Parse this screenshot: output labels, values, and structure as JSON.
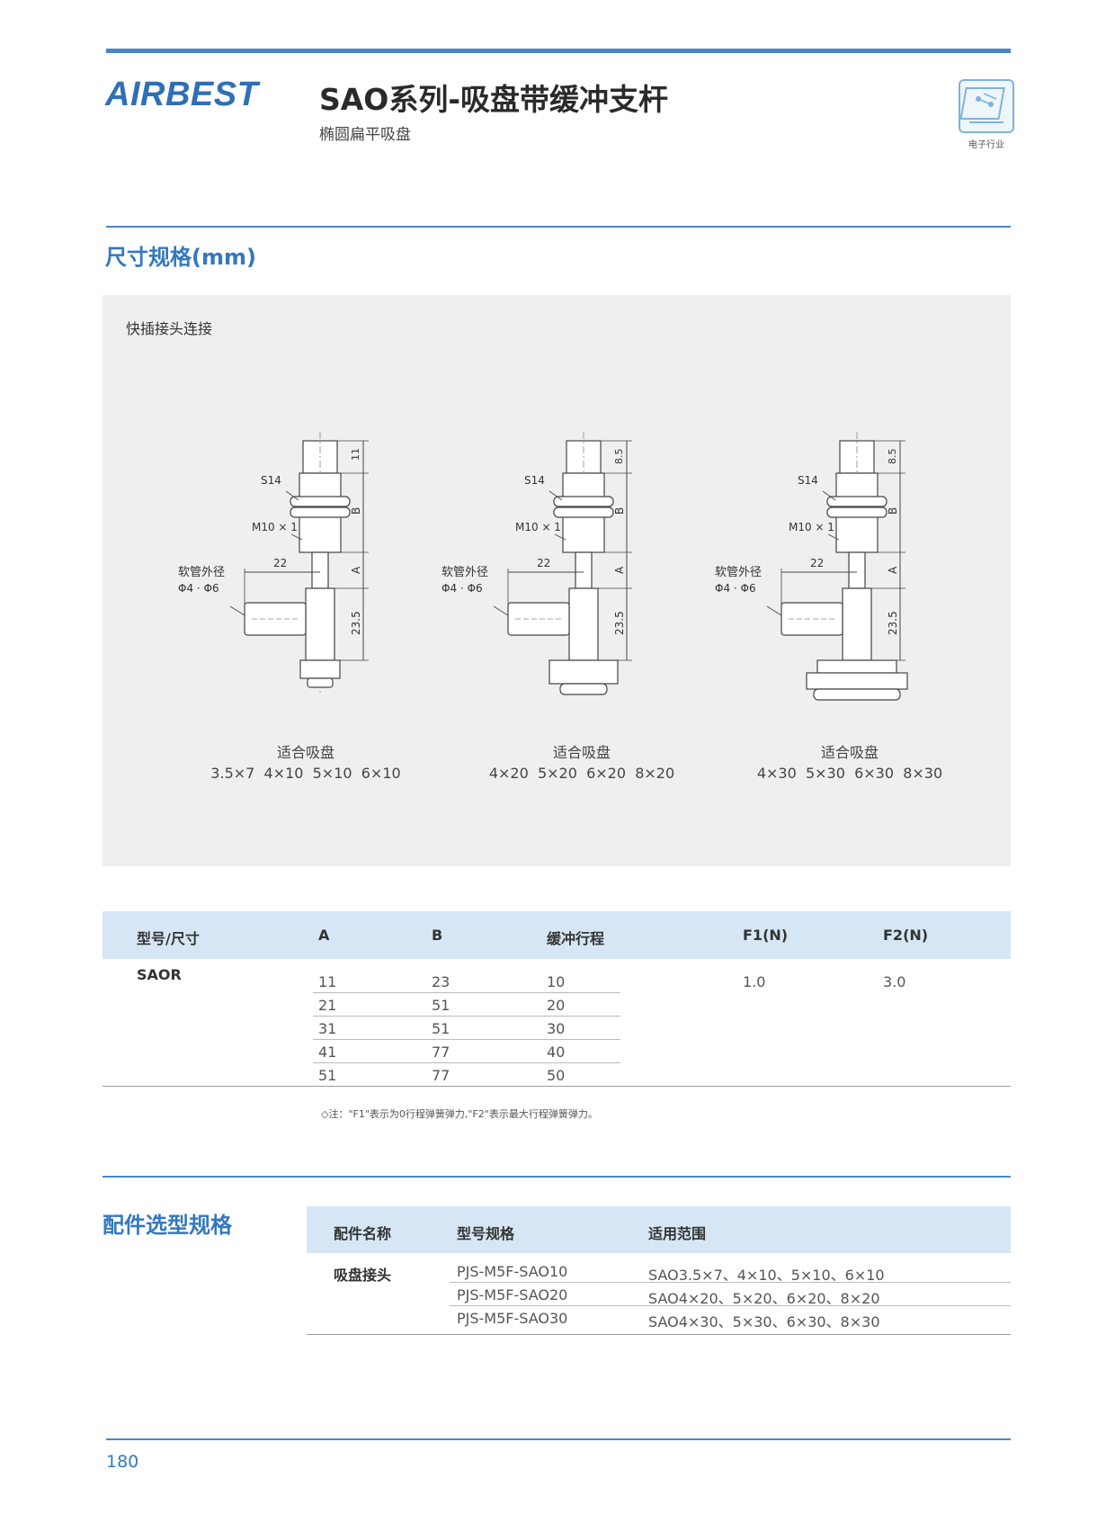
{
  "header": {
    "brand": "AIRBEST",
    "title": "SAO系列-吸盘带缓冲支杆",
    "subtitle": "椭圆扁平吸盘",
    "industry_badge": "电子行业",
    "badge_icon": "circuit-board-icon"
  },
  "dimensions": {
    "heading": "尺寸规格(mm)",
    "panel_label": "快插接头连接",
    "diagram_labels": {
      "s14": "S14",
      "m10": "M10 × 1",
      "hose_od": "软管外径",
      "phi": "Φ4 · Φ6",
      "dim_22": "22",
      "dim_23_5": "23.5",
      "dim_a": "A",
      "dim_b": "B"
    },
    "drawings": [
      {
        "top_dim": "11",
        "caption_title": "适合吸盘",
        "caption_sizes": "3.5×7  4×10  5×10  6×10"
      },
      {
        "top_dim": "8.5",
        "caption_title": "适合吸盘",
        "caption_sizes": "4×20  5×20  6×20  8×20"
      },
      {
        "top_dim": "8.5",
        "caption_title": "适合吸盘",
        "caption_sizes": "4×30  5×30  6×30  8×30"
      }
    ]
  },
  "spec_table": {
    "headers": {
      "model": "型号/尺寸",
      "a": "A",
      "b": "B",
      "stroke": "缓冲行程",
      "f1": "F1(N)",
      "f2": "F2(N)"
    },
    "model": "SAOR",
    "rows": [
      {
        "a": "11",
        "b": "23",
        "stroke": "10"
      },
      {
        "a": "21",
        "b": "51",
        "stroke": "20"
      },
      {
        "a": "31",
        "b": "51",
        "stroke": "30"
      },
      {
        "a": "41",
        "b": "77",
        "stroke": "40"
      },
      {
        "a": "51",
        "b": "77",
        "stroke": "50"
      }
    ],
    "f1": "1.0",
    "f2": "3.0",
    "note": "◇注：\"F1\"表示为0行程弹簧弹力,\"F2\"表示最大行程弹簧弹力。"
  },
  "accessories": {
    "heading": "配件选型规格",
    "headers": {
      "name": "配件名称",
      "model": "型号规格",
      "range": "适用范围"
    },
    "name": "吸盘接头",
    "rows": [
      {
        "model": "PJS-M5F-SAO10",
        "range": "SAO3.5×7、4×10、5×10、6×10"
      },
      {
        "model": "PJS-M5F-SAO20",
        "range": "SAO4×20、5×20、6×20、8×20"
      },
      {
        "model": "PJS-M5F-SAO30",
        "range": "SAO4×30、5×30、6×30、8×30"
      }
    ]
  },
  "page_number": "180",
  "colors": {
    "accent": "#3478c0",
    "rule": "#4a86c5",
    "table_header": "#d6e6f5",
    "panel": "#efefef"
  }
}
